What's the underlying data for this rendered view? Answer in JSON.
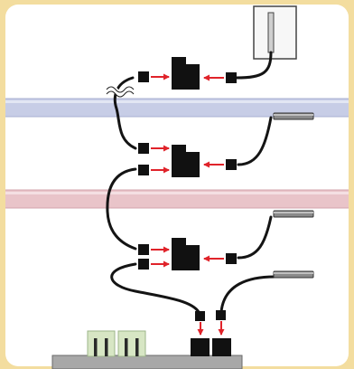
{
  "colors": {
    "frame": "#f3dd9f",
    "background": "#ffffff",
    "pipe_blue": "#c7cde6",
    "pipe_blue_edge": "#a9b0d1",
    "pipe_red": "#e9c4c9",
    "pipe_red_edge": "#d3a5ad",
    "arrow": "#e0232a",
    "cable": "#141414",
    "connector": "#111111",
    "probe": "#8a8a8a",
    "wall_box": "#cfcfcf",
    "socket_green": "#d7e6c4",
    "base_plate": "#a8a8a8"
  },
  "components": {
    "horizontal_pipes": 2,
    "junction_blocks": 3,
    "temperature_probes": 3,
    "wall_sensor": 1,
    "controller_sockets": 2,
    "output_terminals": 2
  },
  "icons": [
    "wall-sensor-icon",
    "junction-block-icon",
    "probe-icon",
    "connector-plug-icon",
    "arrow-icon",
    "break-mark-icon"
  ]
}
